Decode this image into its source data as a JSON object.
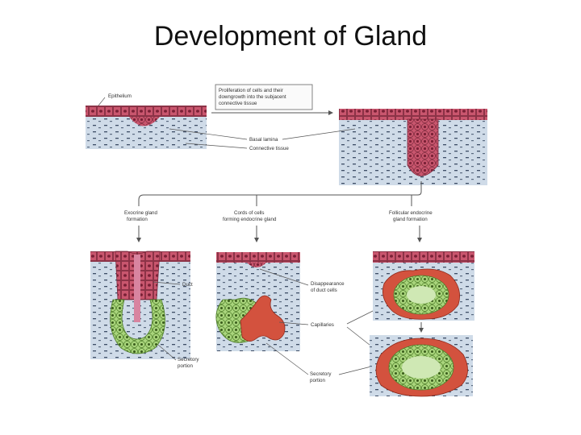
{
  "slide": {
    "title": "Development of Gland"
  },
  "labels": {
    "epithelium": "Epithelium",
    "proliferation_line1": "Proliferation of cells and their",
    "proliferation_line2": "downgrowth into the subjacent",
    "proliferation_line3": "connective tissue",
    "basal_lamina": "Basal lamina",
    "connective_tissue": "Connective tissue",
    "exocrine_line1": "Exocrine gland",
    "exocrine_line2": "formation",
    "cords_line1": "Cords of cells",
    "cords_line2": "forming endocrine gland",
    "follicular_line1": "Follicular endocrine",
    "follicular_line2": "gland formation",
    "duct": "Duct",
    "disappearance_line1": "Disappearance",
    "disappearance_line2": "of duct cells",
    "capillaries": "Capillaries",
    "secretory_left_line1": "Secretory",
    "secretory_left_line2": "portion",
    "secretory_right_line1": "Secretory",
    "secretory_right_line2": "portion"
  },
  "colors": {
    "epithelium": "#c9566e",
    "cell_border": "#7d2a3d",
    "connective_tissue": "#c9d7e6",
    "secretory": "#a9d57c",
    "capillary": "#d3523e",
    "line": "#555555"
  }
}
